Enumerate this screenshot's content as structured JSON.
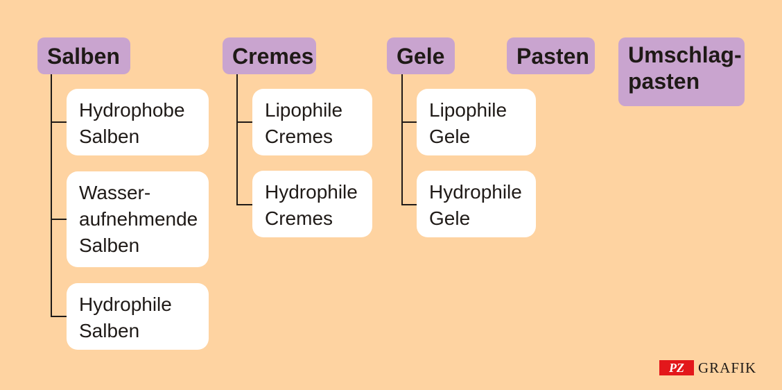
{
  "groups": [
    {
      "title": "Salben",
      "children": [
        "Hydrophobe\nSalben",
        "Wasser-\naufnehmende\nSalben",
        "Hydrophile\nSalben"
      ]
    },
    {
      "title": "Cremes",
      "children": [
        "Lipophile\nCremes",
        "Hydrophile\nCremes"
      ]
    },
    {
      "title": "Gele",
      "children": [
        "Lipophile\nGele",
        "Hydrophile\nGele"
      ]
    },
    {
      "title": "Pasten",
      "children": []
    },
    {
      "title": "Umschlag-\npasten",
      "children": []
    }
  ],
  "logo": {
    "brand": "PZ",
    "label": "GRAFIK"
  },
  "colors": {
    "background": "#fed3a1",
    "header": "#c9a4cf",
    "child": "#ffffff",
    "logo_red": "#e3171b"
  }
}
